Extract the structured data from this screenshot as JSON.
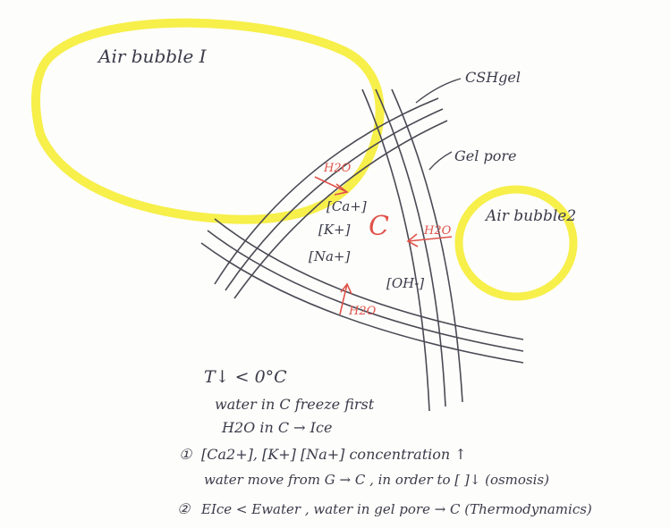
{
  "labels": {
    "air_bubble_1": "Air bubble I",
    "air_bubble_2": "Air bubble2",
    "csh_gel": "CSHgel",
    "gel_pore": "Gel pore",
    "h2o_top": "H2O",
    "h2o_right": "H2O",
    "h2o_bottom": "H2O",
    "center": "C",
    "ca_ion": "[Ca+]",
    "k_ion": "[K+]",
    "na_ion": "[Na+]",
    "oh_ion": "[OH-]"
  },
  "notes": {
    "line1": "T↓ < 0°C",
    "line2": "water in C freeze first",
    "line3": "H2O in C → Ice",
    "line4_num": "①",
    "line4": "[Ca2+], [K+] [Na+] concentration ↑",
    "line5": "water move from G → C , in order to [ ]↓ (osmosis)",
    "line6_num": "②",
    "line6": "EIce < Ewater , water in gel pore → C (Thermodynamics)"
  },
  "colors": {
    "bubble": "#f7ef4a",
    "ink": "#3b3b4a",
    "red": "#e0524a"
  }
}
